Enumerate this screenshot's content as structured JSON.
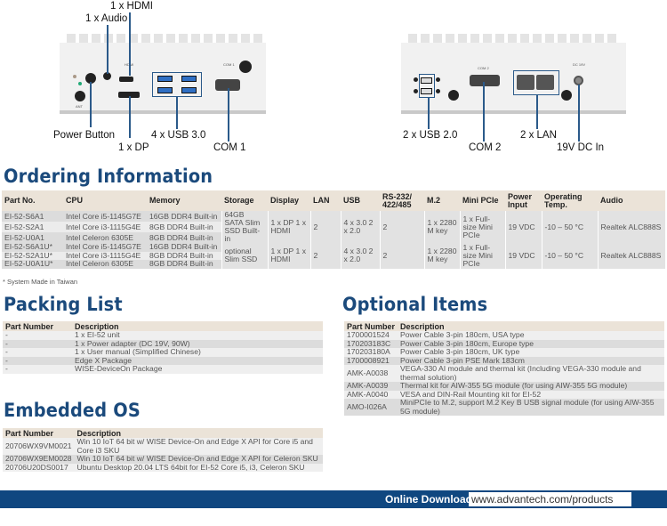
{
  "front_callouts": {
    "hdmi": "1 x HDMI",
    "audio": "1 x Audio",
    "power": "Power Button",
    "dp": "1 x DP",
    "usb3": "4 x USB 3.0",
    "com1": "COM 1"
  },
  "rear_callouts": {
    "usb2": "2 x USB 2.0",
    "com2": "COM 2",
    "lan": "2 x LAN",
    "dc": "19V DC In"
  },
  "device_labels": {
    "hdmi": "HDMI",
    "com1": "COM 1",
    "ant": "ANT",
    "com2": "COM 2",
    "dc": "DC 19V"
  },
  "ordering": {
    "title": "Ordering Information",
    "headers": [
      "Part No.",
      "CPU",
      "Memory",
      "Storage",
      "Display",
      "LAN",
      "USB",
      "RS-232/ 422/485",
      "M.2",
      "Mini PCIe",
      "Power Input",
      "Operating Temp.",
      "Audio"
    ],
    "groups": [
      {
        "rows": [
          [
            "EI-52-S6A1",
            "Intel Core i5-1145G7E",
            "16GB DDR4 Built-in"
          ],
          [
            "EI-52-S2A1",
            "Intel Core i3-1115G4E",
            "8GB DDR4 Built-in"
          ],
          [
            "EI-52-U0A1",
            "Intel Celeron 6305E",
            "8GB DDR4 Built-in"
          ]
        ],
        "storage": "64GB SATA Slim SSD Built-in",
        "display": "1 x DP 1 x HDMI",
        "lan": "2",
        "usb": "4 x 3.0 2 x 2.0",
        "rs232": "2",
        "m2": "1 x 2280 M key",
        "minipcie": "1 x Full-size Mini PCIe",
        "power": "19 VDC",
        "temp": "-10 – 50 °C",
        "audio": "Realtek ALC888S"
      },
      {
        "rows": [
          [
            "EI-52-S6A1U*",
            "Intel Core i5-1145G7E",
            "16GB DDR4 Built-in"
          ],
          [
            "EI-52-S2A1U*",
            "Intel Core i3-1115G4E",
            "8GB DDR4 Built-in"
          ],
          [
            "EI-52-U0A1U*",
            "Intel Celeron 6305E",
            "8GB DDR4 Built-in"
          ]
        ],
        "storage": "optional Slim SSD",
        "display": "1 x DP 1 x HDMI",
        "lan": "2",
        "usb": "4 x 3.0 2 x 2.0",
        "rs232": "2",
        "m2": "1 x 2280 M key",
        "minipcie": "1 x Full-size Mini PCIe",
        "power": "19 VDC",
        "temp": "-10 – 50 °C",
        "audio": "Realtek ALC888S"
      }
    ],
    "footnote": "* System Made in Taiwan"
  },
  "packing": {
    "title": "Packing List",
    "headers": [
      "Part Number",
      "Description"
    ],
    "rows": [
      [
        "-",
        "1 x EI-52 unit"
      ],
      [
        "-",
        "1 x Power adapter (DC 19V, 90W)"
      ],
      [
        "-",
        "1 x User manual (Simplified Chinese)"
      ],
      [
        "-",
        "Edge X Package"
      ],
      [
        "-",
        "WISE-DeviceOn Package"
      ]
    ]
  },
  "os": {
    "title": "Embedded OS",
    "headers": [
      "Part Number",
      "Description"
    ],
    "rows": [
      [
        "20706WX9VM0021",
        "Win 10 IoT 64 bit w/ WISE Device-On and Edge X API for Core i5 and Core i3 SKU"
      ],
      [
        "20706WX9EM0028",
        "Win 10 IoT 64 bit w/ WISE Device-On and Edge X API for Celeron SKU"
      ],
      [
        "20706U20DS0017",
        "Ubuntu Desktop 20.04 LTS 64bit for EI-52 Core i5, i3, Celeron SKU"
      ]
    ]
  },
  "optional": {
    "title": "Optional Items",
    "headers": [
      "Part Number",
      "Description"
    ],
    "rows": [
      [
        "1700001524",
        "Power Cable 3-pin 180cm, USA type"
      ],
      [
        "170203183C",
        "Power Cable 3-pin 180cm, Europe type"
      ],
      [
        "170203180A",
        "Power Cable 3-pin 180cm, UK type"
      ],
      [
        "1700008921",
        "Power Cable 3-pin PSE Mark 183cm"
      ],
      [
        "AMK-A0038",
        "VEGA-330 AI module and thermal kit (Including VEGA-330 module and thermal solution)"
      ],
      [
        "AMK-A0039",
        "Thermal kit for AIW-355 5G module (for using AIW-355 5G module)"
      ],
      [
        "AMK-A0040",
        "VESA and DIN-Rail Mounting kit for EI-52"
      ],
      [
        "AMO-I026A",
        "MiniPCIe to M.2, support M.2 Key B USB signal module (for using AIW-355 5G module)"
      ]
    ]
  },
  "footer": {
    "label": "Online Download",
    "url": "www.advantech.com/products"
  },
  "colors": {
    "title": "#1b4a7c",
    "footer": "#0f4780",
    "header_bg": "#ebe3d8",
    "row_dark": "#dcdcdc",
    "row_light": "#ececec"
  }
}
